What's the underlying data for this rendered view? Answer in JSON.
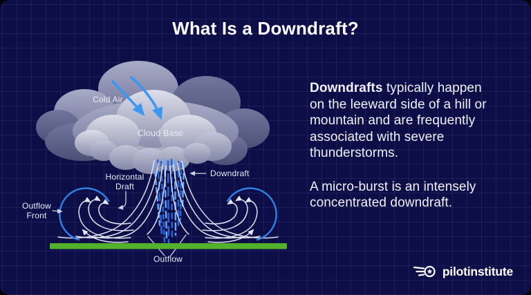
{
  "page": {
    "title": "What Is a Downdraft?"
  },
  "theme": {
    "bg": "#0d0e48",
    "grid": "rgba(160,170,255,0.10)",
    "ink": "#eef0f9",
    "blue": "#3b97f2",
    "rain-dark": "#2b63d4",
    "rain-light": "#6aa6f3",
    "green": "#53b02a",
    "stream": "#e9ebf5",
    "label-line": "#d2d6ea",
    "arc-blue": "#2f83e8"
  },
  "diagram": {
    "labels": {
      "cold_air": "Cold Air",
      "cloud_base": "Cloud Base",
      "horizontal_draft_line1": "Horizontal",
      "horizontal_draft_line2": "Draft",
      "downdraft": "Downdraft",
      "outflow_front_line1": "Outflow",
      "outflow_front_line2": "Front",
      "outflow": "Outflow"
    }
  },
  "description": {
    "lead_bold": "Downdrafts",
    "p1_lines": [
      " typically happen",
      "on the leeward side of a hill or",
      "mountain and are frequently",
      "associated with severe",
      "thunderstorms."
    ],
    "p2_lines": [
      "A micro-burst is an intensely",
      "concentrated downdraft."
    ]
  },
  "footer": {
    "brand": "pilotinstitute"
  }
}
